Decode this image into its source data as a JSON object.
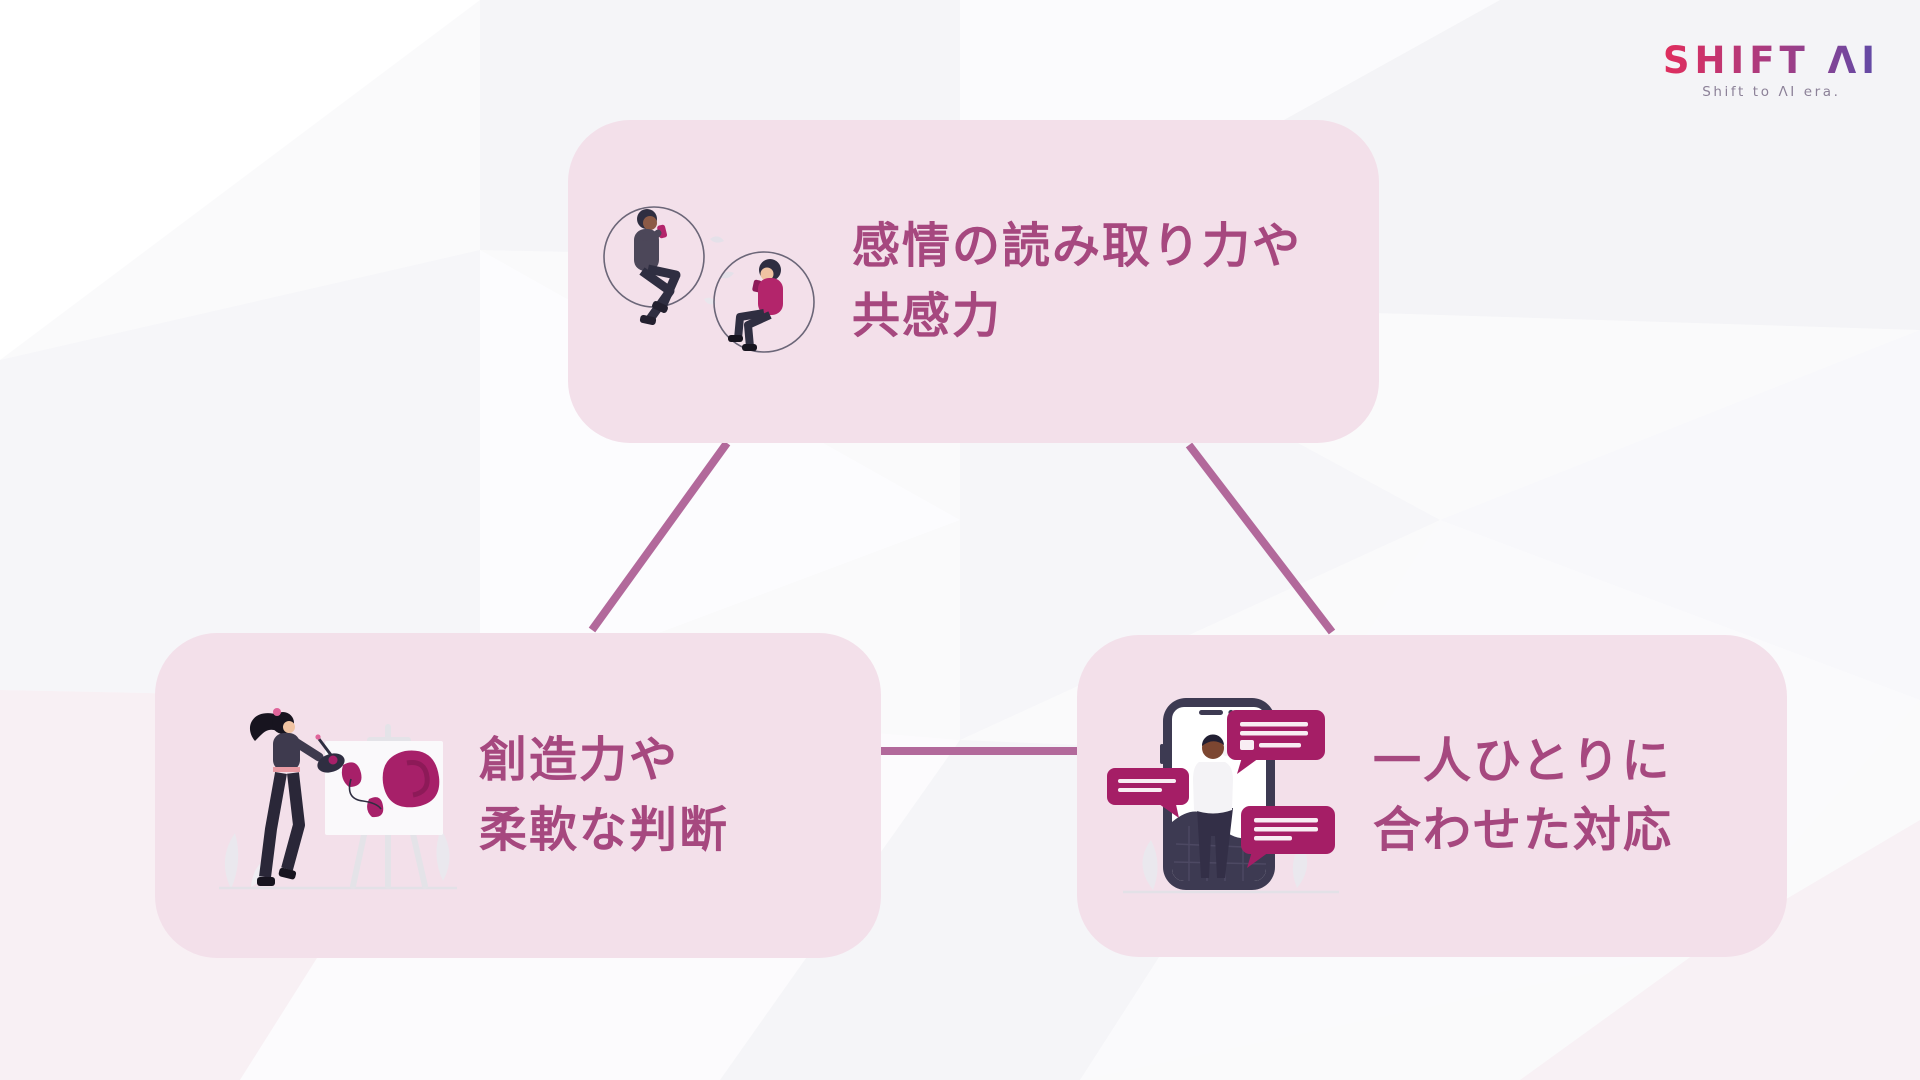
{
  "logo": {
    "text": "SHIFT AI",
    "display_text": "SHIFT ΛI",
    "tagline": "Shift to AI era.",
    "tagline_display": "Shift to ΛI era.",
    "gradient_start": "#E02D5D",
    "gradient_end": "#5F4BA8"
  },
  "diagram": {
    "type": "triangle-relationship",
    "connector_color": "#B2699B",
    "card_background": "#F3E0EA",
    "text_color": "#A6487F",
    "nodes": [
      {
        "id": "empathy",
        "position": "top-center",
        "lines": [
          "感情の読み取り力や",
          "共感力"
        ],
        "illustration": "two-people-in-swing-circles-with-phones-icon"
      },
      {
        "id": "creativity",
        "position": "bottom-left",
        "lines": [
          "創造力や",
          "柔軟な判断"
        ],
        "illustration": "woman-painting-at-easel-icon"
      },
      {
        "id": "personalization",
        "position": "bottom-right",
        "lines": [
          "一人ひとりに",
          "合わせた対応"
        ],
        "illustration": "smartphone-with-chat-bubbles-icon"
      }
    ]
  }
}
